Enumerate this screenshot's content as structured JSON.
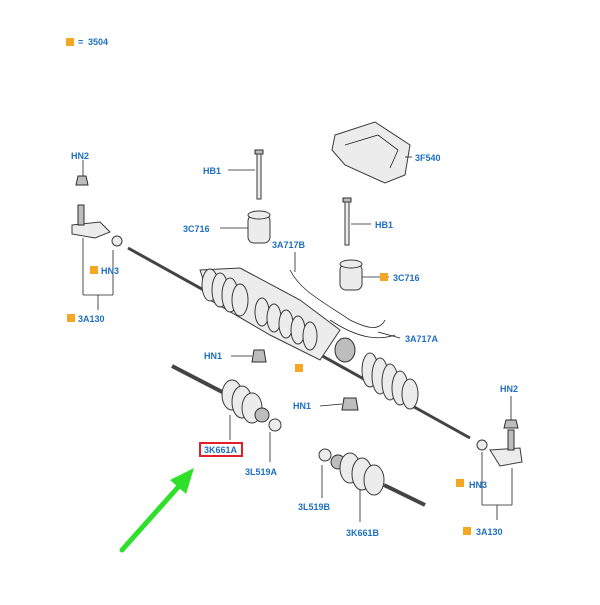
{
  "legend": {
    "value": "3504",
    "marker_color": "#f5a623",
    "symbol": "="
  },
  "labels": {
    "hn2_left": "HN2",
    "hb1_top": "HB1",
    "f540": "3F540",
    "c716_left": "3C716",
    "a717b": "3A717B",
    "hb1_right": "HB1",
    "c716_right": "3C716",
    "hn3_left": "HN3",
    "a130_left": "3A130",
    "a717a": "3A717A",
    "hn1_left": "HN1",
    "hn1_mid": "HN1",
    "hn2_right": "HN2",
    "k661a": "3K661A",
    "l519a": "3L519A",
    "l519b": "3L519B",
    "k661b": "3K661B",
    "hn3_right": "HN3",
    "a130_right": "3A130"
  },
  "colors": {
    "label_text": "#1f6fc0",
    "marker": "#f5a623",
    "highlight_box": "#e0202a",
    "arrow": "#2ee02a"
  }
}
